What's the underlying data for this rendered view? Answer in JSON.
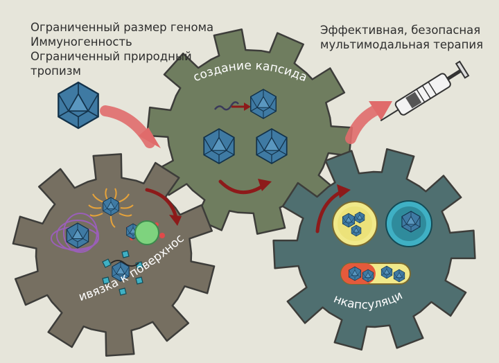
{
  "problems": [
    "Ограниченный размер генома",
    "Иммуногенность",
    "Ограниченный природный",
    "тропизм"
  ],
  "outcome": [
    "Эффективная, безопасная",
    "мультимодальная терапия"
  ],
  "gears": {
    "capsid": {
      "label": "создание капсида",
      "color": "#6f7d5f"
    },
    "surface": {
      "label": "привязка к поверхности",
      "color": "#766f61"
    },
    "encapsulation": {
      "label": "энкапсуляция",
      "color": "#4f6f70"
    }
  },
  "colors": {
    "background": "#e6e5da",
    "virus": "#3f7aa3",
    "flow_arrow": "#e06b6b",
    "cycle_arrow": "#8d1a1a"
  },
  "icons": [
    "virus-icon",
    "syringe-icon",
    "peg-strand-icon",
    "green-sphere-icon",
    "liposome-icon",
    "cell-icon",
    "capsule-icon"
  ]
}
